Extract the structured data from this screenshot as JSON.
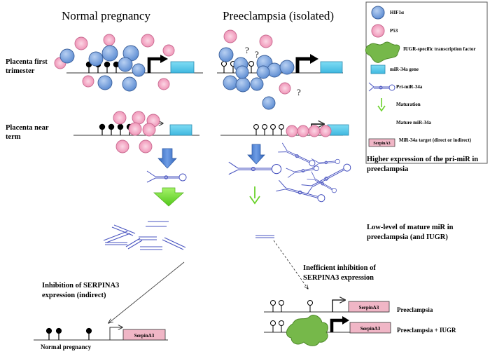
{
  "columns": {
    "normal": "Normal pregnancy",
    "preeclampsia": "Preeclampsia (isolated)"
  },
  "rows": {
    "first_trimester": "Placenta first trimester",
    "near_term": "Placenta near term"
  },
  "legend": {
    "hif1a": "HIF1α",
    "p53": "P53",
    "iugr_factor": "IUGR-specific transcription factor",
    "gene": "miR-34a gene",
    "pri_mir": "Pri-miR-34a",
    "maturation": "Maturation",
    "mature": "Mature miR-34a",
    "target_box": "SerpinA3",
    "target_text": "MiR-34a target (direct or indirect)"
  },
  "notes": {
    "higher_expression": "Higher expression of the pri-miR in preeclampsia",
    "low_level": "Low-level of mature miR in preeclampsia (and IUGR)",
    "inefficient": "Inefficient inhibition of SERPINA3 expression",
    "inhibition": "Inhibition of SERPINA3 expression (indirect)"
  },
  "outcomes": {
    "normal": "Normal pregnancy",
    "pe": "Preeclampsia",
    "pe_iugr": "Preeclampsia + IUGR"
  },
  "gene_box_label": "SerpinA3",
  "question_mark": "?",
  "colors": {
    "hif1a": "#7ba3dc",
    "p53": "#f4a9c4",
    "gene_box": "#5bc8e8",
    "arrow_blue": "#4a7fd0",
    "arrow_green": "#7ee83a",
    "mirna": "#5a5fc8",
    "iugr_tf": "#76b84a",
    "serpin_box": "#f0b6c6"
  }
}
